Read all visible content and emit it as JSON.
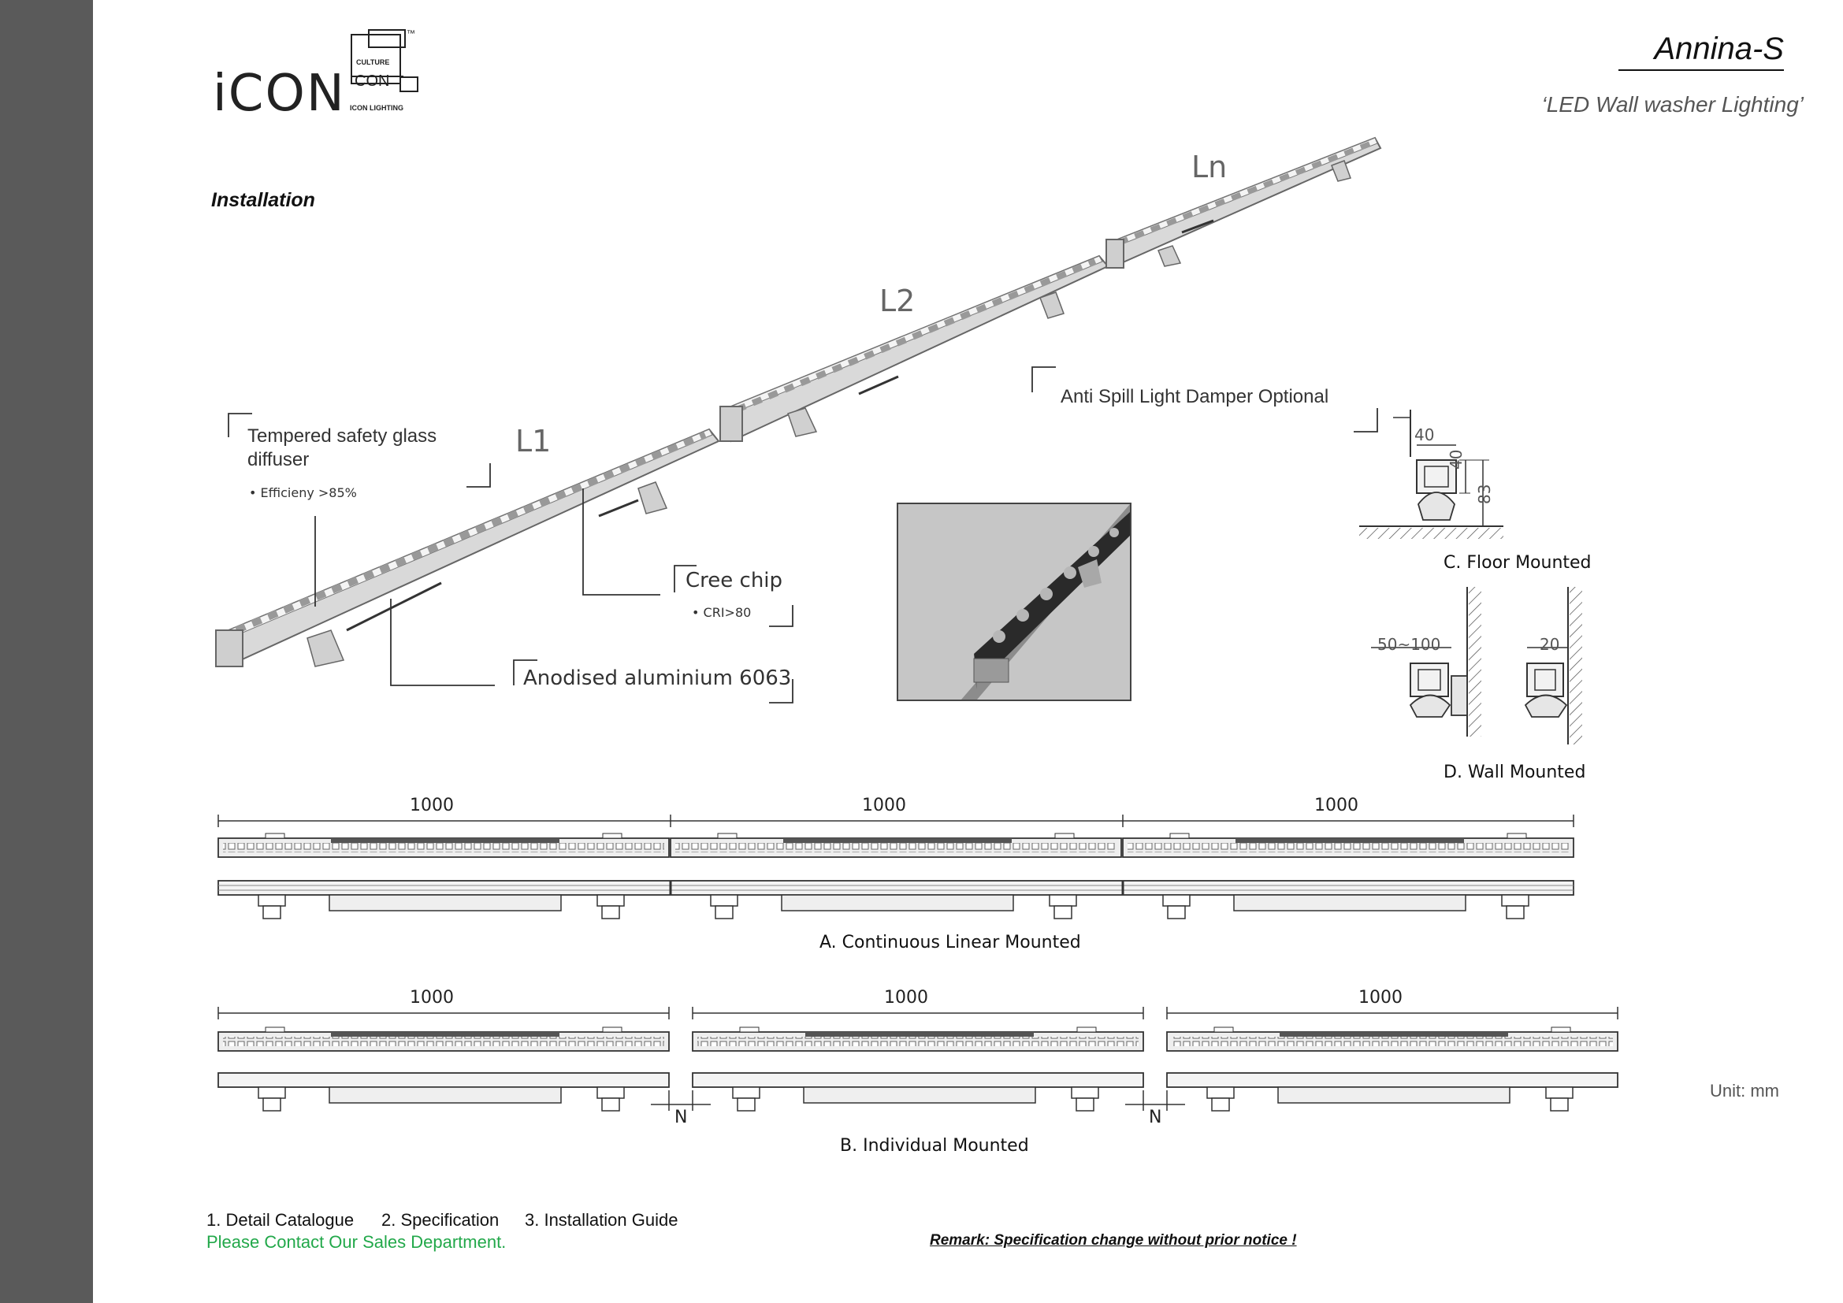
{
  "brand": {
    "wordmark": "iCON",
    "mark_lines": [
      "CULTURE",
      "CON",
      "ICON LIGHTING"
    ],
    "tm": "™"
  },
  "product": {
    "name": "Annina-S",
    "subtitle": "‘LED Wall washer Lighting’"
  },
  "installation": {
    "title": "Installation",
    "segments": [
      "L1",
      "L2",
      "Ln"
    ],
    "callouts": {
      "glass_line1": "Tempered safety glass",
      "glass_line2": "diffuser",
      "glass_note": "Efficieny >85%",
      "damper": "Anti Spill Light Damper Optional",
      "chip": "Cree chip",
      "chip_note": "CRI>80",
      "aluminium": "Anodised aluminium 6063"
    }
  },
  "floor_mounted": {
    "caption": "C. Floor Mounted",
    "dims": [
      "40",
      "40",
      "83"
    ]
  },
  "wall_mounted": {
    "caption": "D. Wall Mounted",
    "dims": [
      "50~100",
      "20"
    ]
  },
  "continuous": {
    "caption": "A. Continuous Linear Mounted",
    "lengths": [
      "1000",
      "1000",
      "1000"
    ]
  },
  "individual": {
    "caption": "B. Individual Mounted",
    "lengths": [
      "1000",
      "1000",
      "1000"
    ],
    "gap_label": "N"
  },
  "unit": "Unit: mm",
  "footer": {
    "docs": [
      "1. Detail Catalogue",
      "2. Specification",
      "3. Installation Guide"
    ],
    "contact": "Please Contact Our Sales Department.",
    "remark": "Remark: Specification change without prior notice !"
  },
  "colors": {
    "sidebar": "#5a5a5a",
    "contact_green": "#22a84a",
    "fixture_silver": "#d4d4d4",
    "photo_bg": "#c6c6c6"
  }
}
